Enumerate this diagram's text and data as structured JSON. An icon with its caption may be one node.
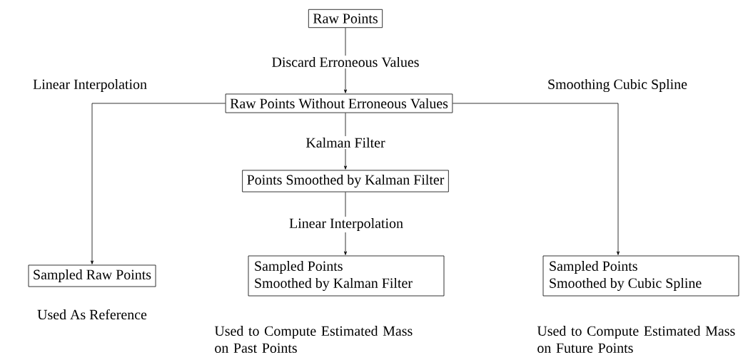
{
  "diagram": {
    "nodes": [
      {
        "text": [
          "Raw Points"
        ]
      },
      {
        "text": [
          "Raw Points Without Erroneous Values"
        ]
      },
      {
        "text": [
          "Points Smoothed by Kalman Filter"
        ]
      },
      {
        "text": [
          "Sampled Raw Points"
        ],
        "beside": [
          "Used As Reference"
        ]
      },
      {
        "text": [
          "Sampled Points Smoothed by Kalman Filter"
        ],
        "beside": [
          "Used to Compute Estimated Mass on Past Points"
        ]
      },
      {
        "text": [
          "Sampled Points Smoothed by Cubic Spline"
        ],
        "beside": [
          "Used to Compute Estimated Mass on Future Points"
        ]
      }
    ],
    "edges": [
      {
        "from": 0,
        "to": 1,
        "arrow": "to",
        "label": "Discard Erroneous Values"
      },
      {
        "from": 1,
        "to": 3,
        "arrow": "to",
        "label": "Linear Interpolation"
      },
      {
        "from": 1,
        "to": 5,
        "arrow": "to",
        "label": "Smoothing Cubic Spline"
      },
      {
        "from": 1,
        "to": 2,
        "arrow": "to",
        "label": "Kalman Filter"
      },
      {
        "from": 2,
        "to": 4,
        "arrow": "to",
        "label": "Linear Interpolation"
      }
    ]
  }
}
